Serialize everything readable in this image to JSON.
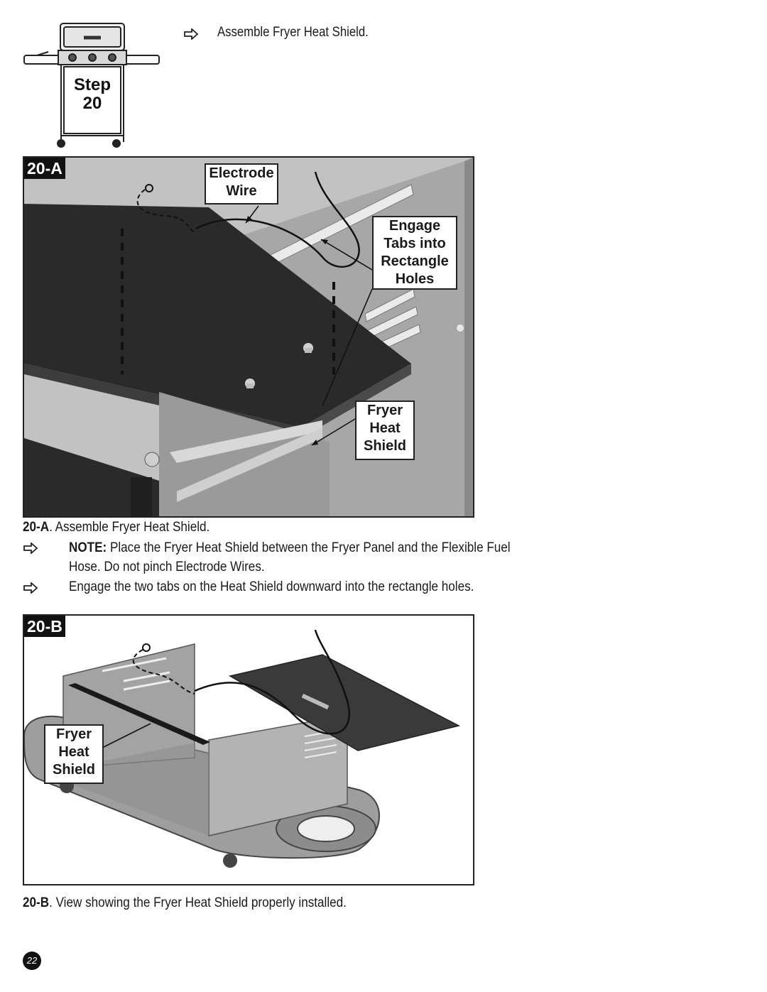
{
  "header": {
    "instruction": "Assemble Fryer Heat Shield.",
    "step_word": "Step",
    "step_number": "20"
  },
  "figure_a": {
    "tag": "20-A",
    "callouts": {
      "electrode_wire": [
        "Electrode",
        "Wire"
      ],
      "engage_tabs": [
        "Engage",
        "Tabs into",
        "Rectangle",
        "Holes"
      ],
      "fryer_heat_shield": [
        "Fryer",
        "Heat",
        "Shield"
      ]
    },
    "caption_label": "20-A",
    "caption_text": ".   Assemble Fryer Heat Shield."
  },
  "notes": [
    {
      "label": "NOTE:",
      "text": " Place the Fryer Heat Shield between the Fryer Panel and the Flexible Fuel",
      "text2": "Hose.  Do not pinch Electrode Wires."
    },
    {
      "text": "Engage the two tabs on the Heat Shield downward into the rectangle holes."
    }
  ],
  "figure_b": {
    "tag": "20-B",
    "callouts": {
      "fryer_heat_shield": [
        "Fryer",
        "Heat",
        "Shield"
      ]
    },
    "caption_label": "20-B",
    "caption_text": ".   View showing the Fryer Heat Shield properly installed."
  },
  "page_number": "22",
  "icons": [
    "arrow-icon",
    "grill-icon"
  ]
}
